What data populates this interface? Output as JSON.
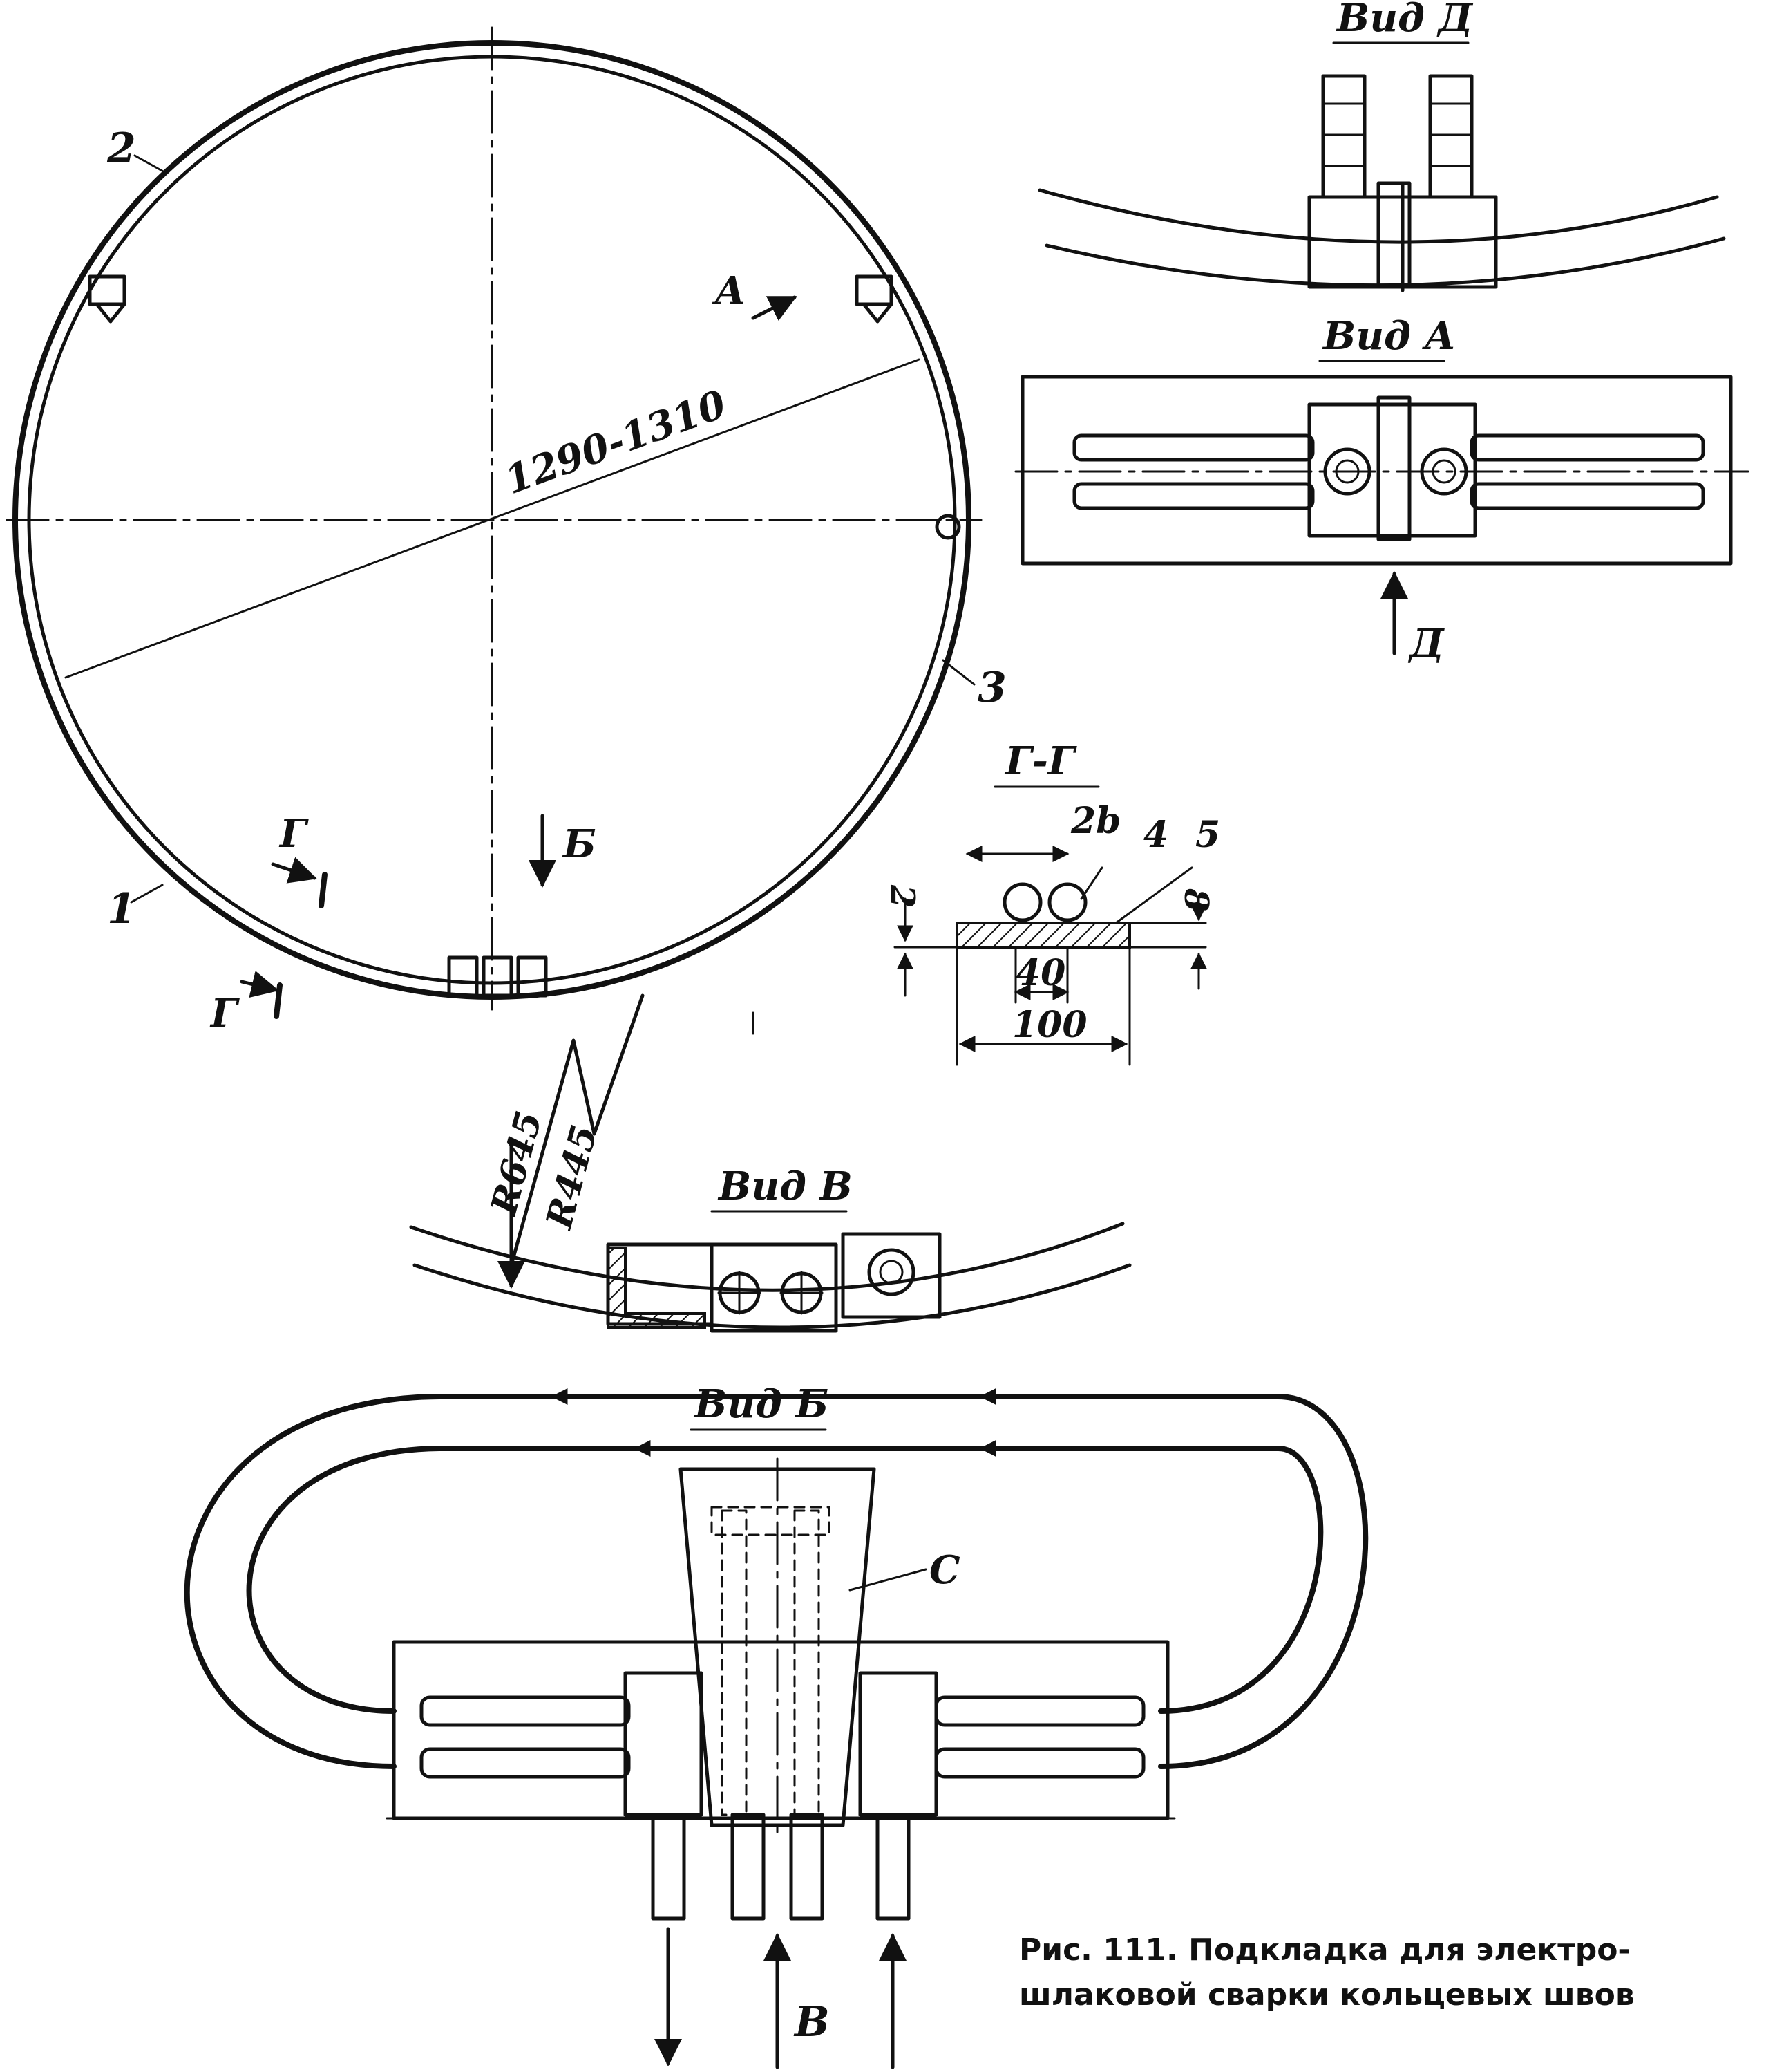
{
  "labels": {
    "view_d_title": "Вид Д",
    "view_a_title": "Вид А",
    "view_a_arrow": "Д",
    "section_gg_title": "Г-Г",
    "section_dim_2b": "2b",
    "section_part_4": "4",
    "section_part_5": "5",
    "section_dim_2": "2",
    "section_dim_8": "8",
    "section_dim_40": "40",
    "section_dim_100": "100",
    "ring_diameter": "1290-1310",
    "ring_part_1": "1",
    "ring_part_2": "2",
    "ring_part_3": "3",
    "ring_arrow_a": "A",
    "ring_arrow_b": "Б",
    "ring_cut_g_top": "Г",
    "ring_cut_g_bottom": "Г",
    "radius_1": "R645",
    "radius_2": "R445",
    "view_v_title": "Вид В",
    "view_b_title": "Вид Б",
    "view_b_label_c": "C",
    "view_b_arrow_v": "В"
  },
  "caption": {
    "line1": "Рис. 111. Подкладка для электро-",
    "line2": "шлаковой сварки кольцевых швов"
  }
}
